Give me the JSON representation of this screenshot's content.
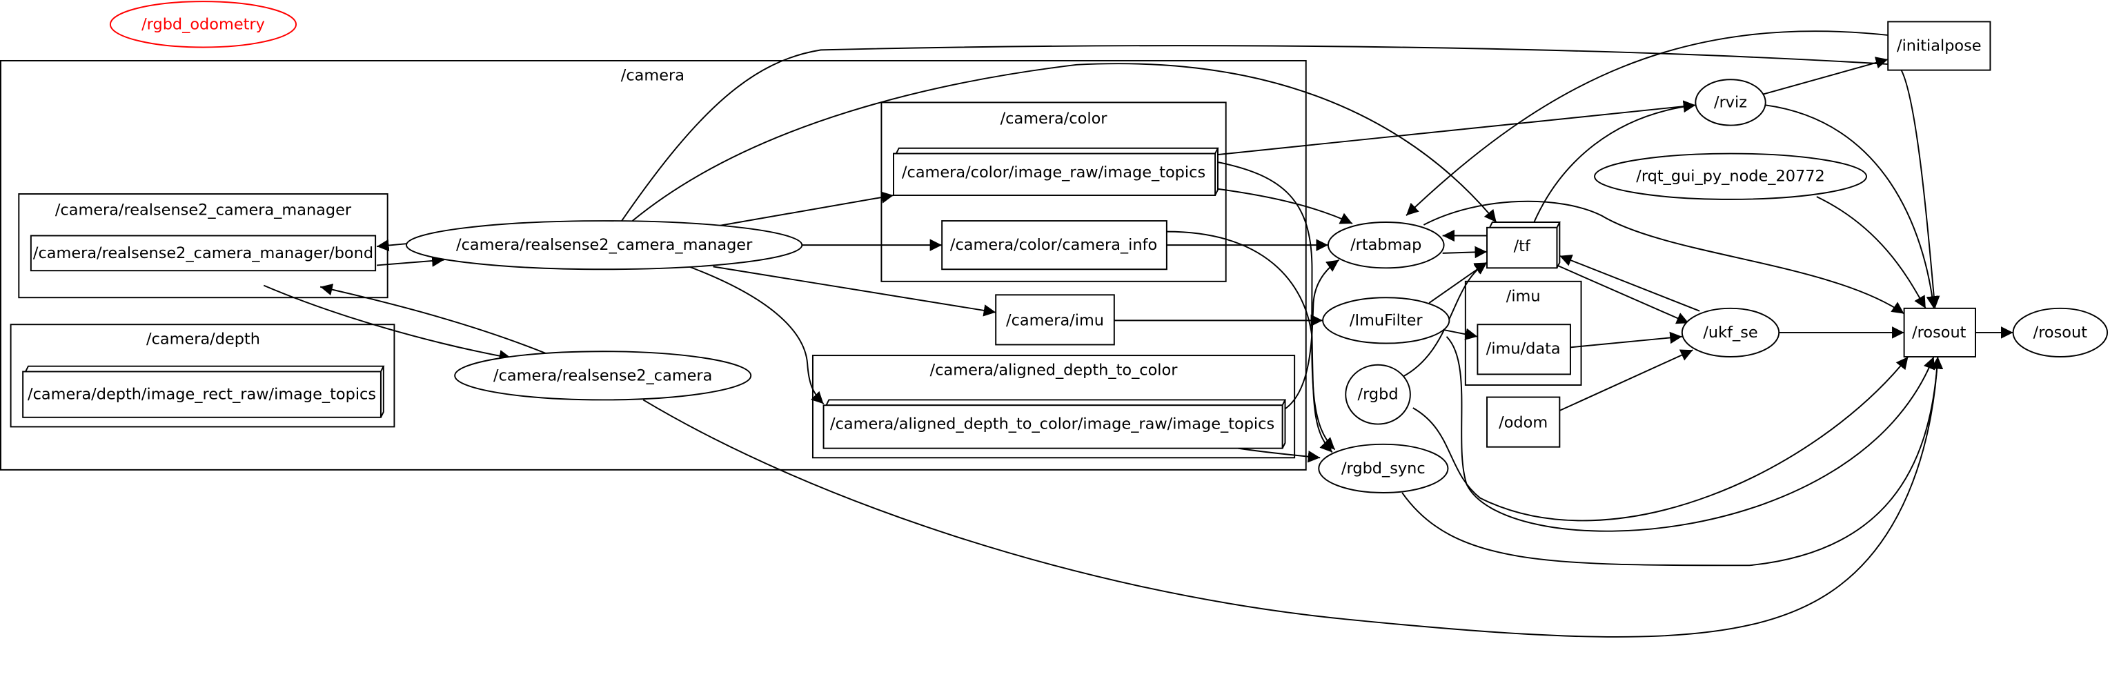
{
  "colors": {
    "edge": "#000000",
    "inactive_node": "#ff0000",
    "background": "#ffffff"
  },
  "clusters": {
    "camera": "/camera",
    "manager": "/camera/realsense2_camera_manager",
    "depth": "/camera/depth",
    "color": "/camera/color",
    "aligned": "/camera/aligned_depth_to_color",
    "imu": "/imu"
  },
  "nodes": {
    "rgbd_odometry": "/rgbd_odometry",
    "manager": "/camera/realsense2_camera_manager",
    "realsense2_camera": "/camera/realsense2_camera",
    "rtabmap": "/rtabmap",
    "imufilter": "/ImuFilter",
    "rgbd": "/rgbd",
    "rgbd_sync": "/rgbd_sync",
    "rviz": "/rviz",
    "rqt_gui": "/rqt_gui_py_node_20772",
    "ukf_se": "/ukf_se",
    "rosout_node": "/rosout"
  },
  "topics": {
    "bond": "/camera/realsense2_camera_manager/bond",
    "depth_image": "/camera/depth/image_rect_raw/image_topics",
    "color_image": "/camera/color/image_raw/image_topics",
    "camera_info": "/camera/color/camera_info",
    "camera_imu": "/camera/imu",
    "aligned_image": "/camera/aligned_depth_to_color/image_raw/image_topics",
    "tf": "/tf",
    "imu_data": "/imu/data",
    "odom": "/odom",
    "initialpose": "/initialpose",
    "rosout_topic": "/rosout"
  }
}
